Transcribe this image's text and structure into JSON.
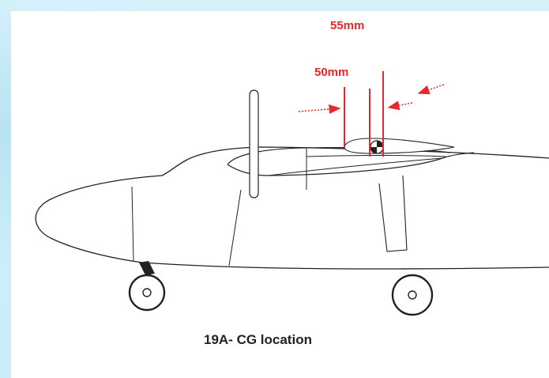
{
  "diagram": {
    "caption": "19A- CG location",
    "dimension_far": "55mm",
    "dimension_near": "50mm"
  },
  "colors": {
    "background": "#cfeefb",
    "panel": "#ffffff",
    "outline": "#222222",
    "accent_red": "#e8262b"
  }
}
